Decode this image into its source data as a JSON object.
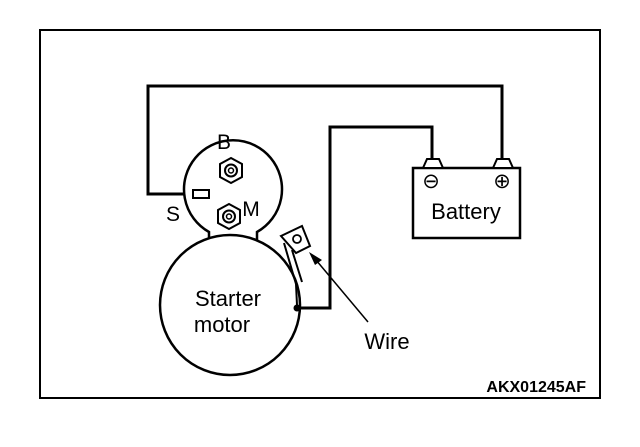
{
  "labels": {
    "terminal_b": "B",
    "terminal_s": "S",
    "terminal_m": "M",
    "starter_line1": "Starter",
    "starter_line2": "motor",
    "battery": "Battery",
    "negative_sign": "⊖",
    "positive_sign": "⊕",
    "wire": "Wire",
    "reference_code": "AKX01245AF"
  },
  "colors": {
    "line": "#000000",
    "background": "#ffffff"
  }
}
